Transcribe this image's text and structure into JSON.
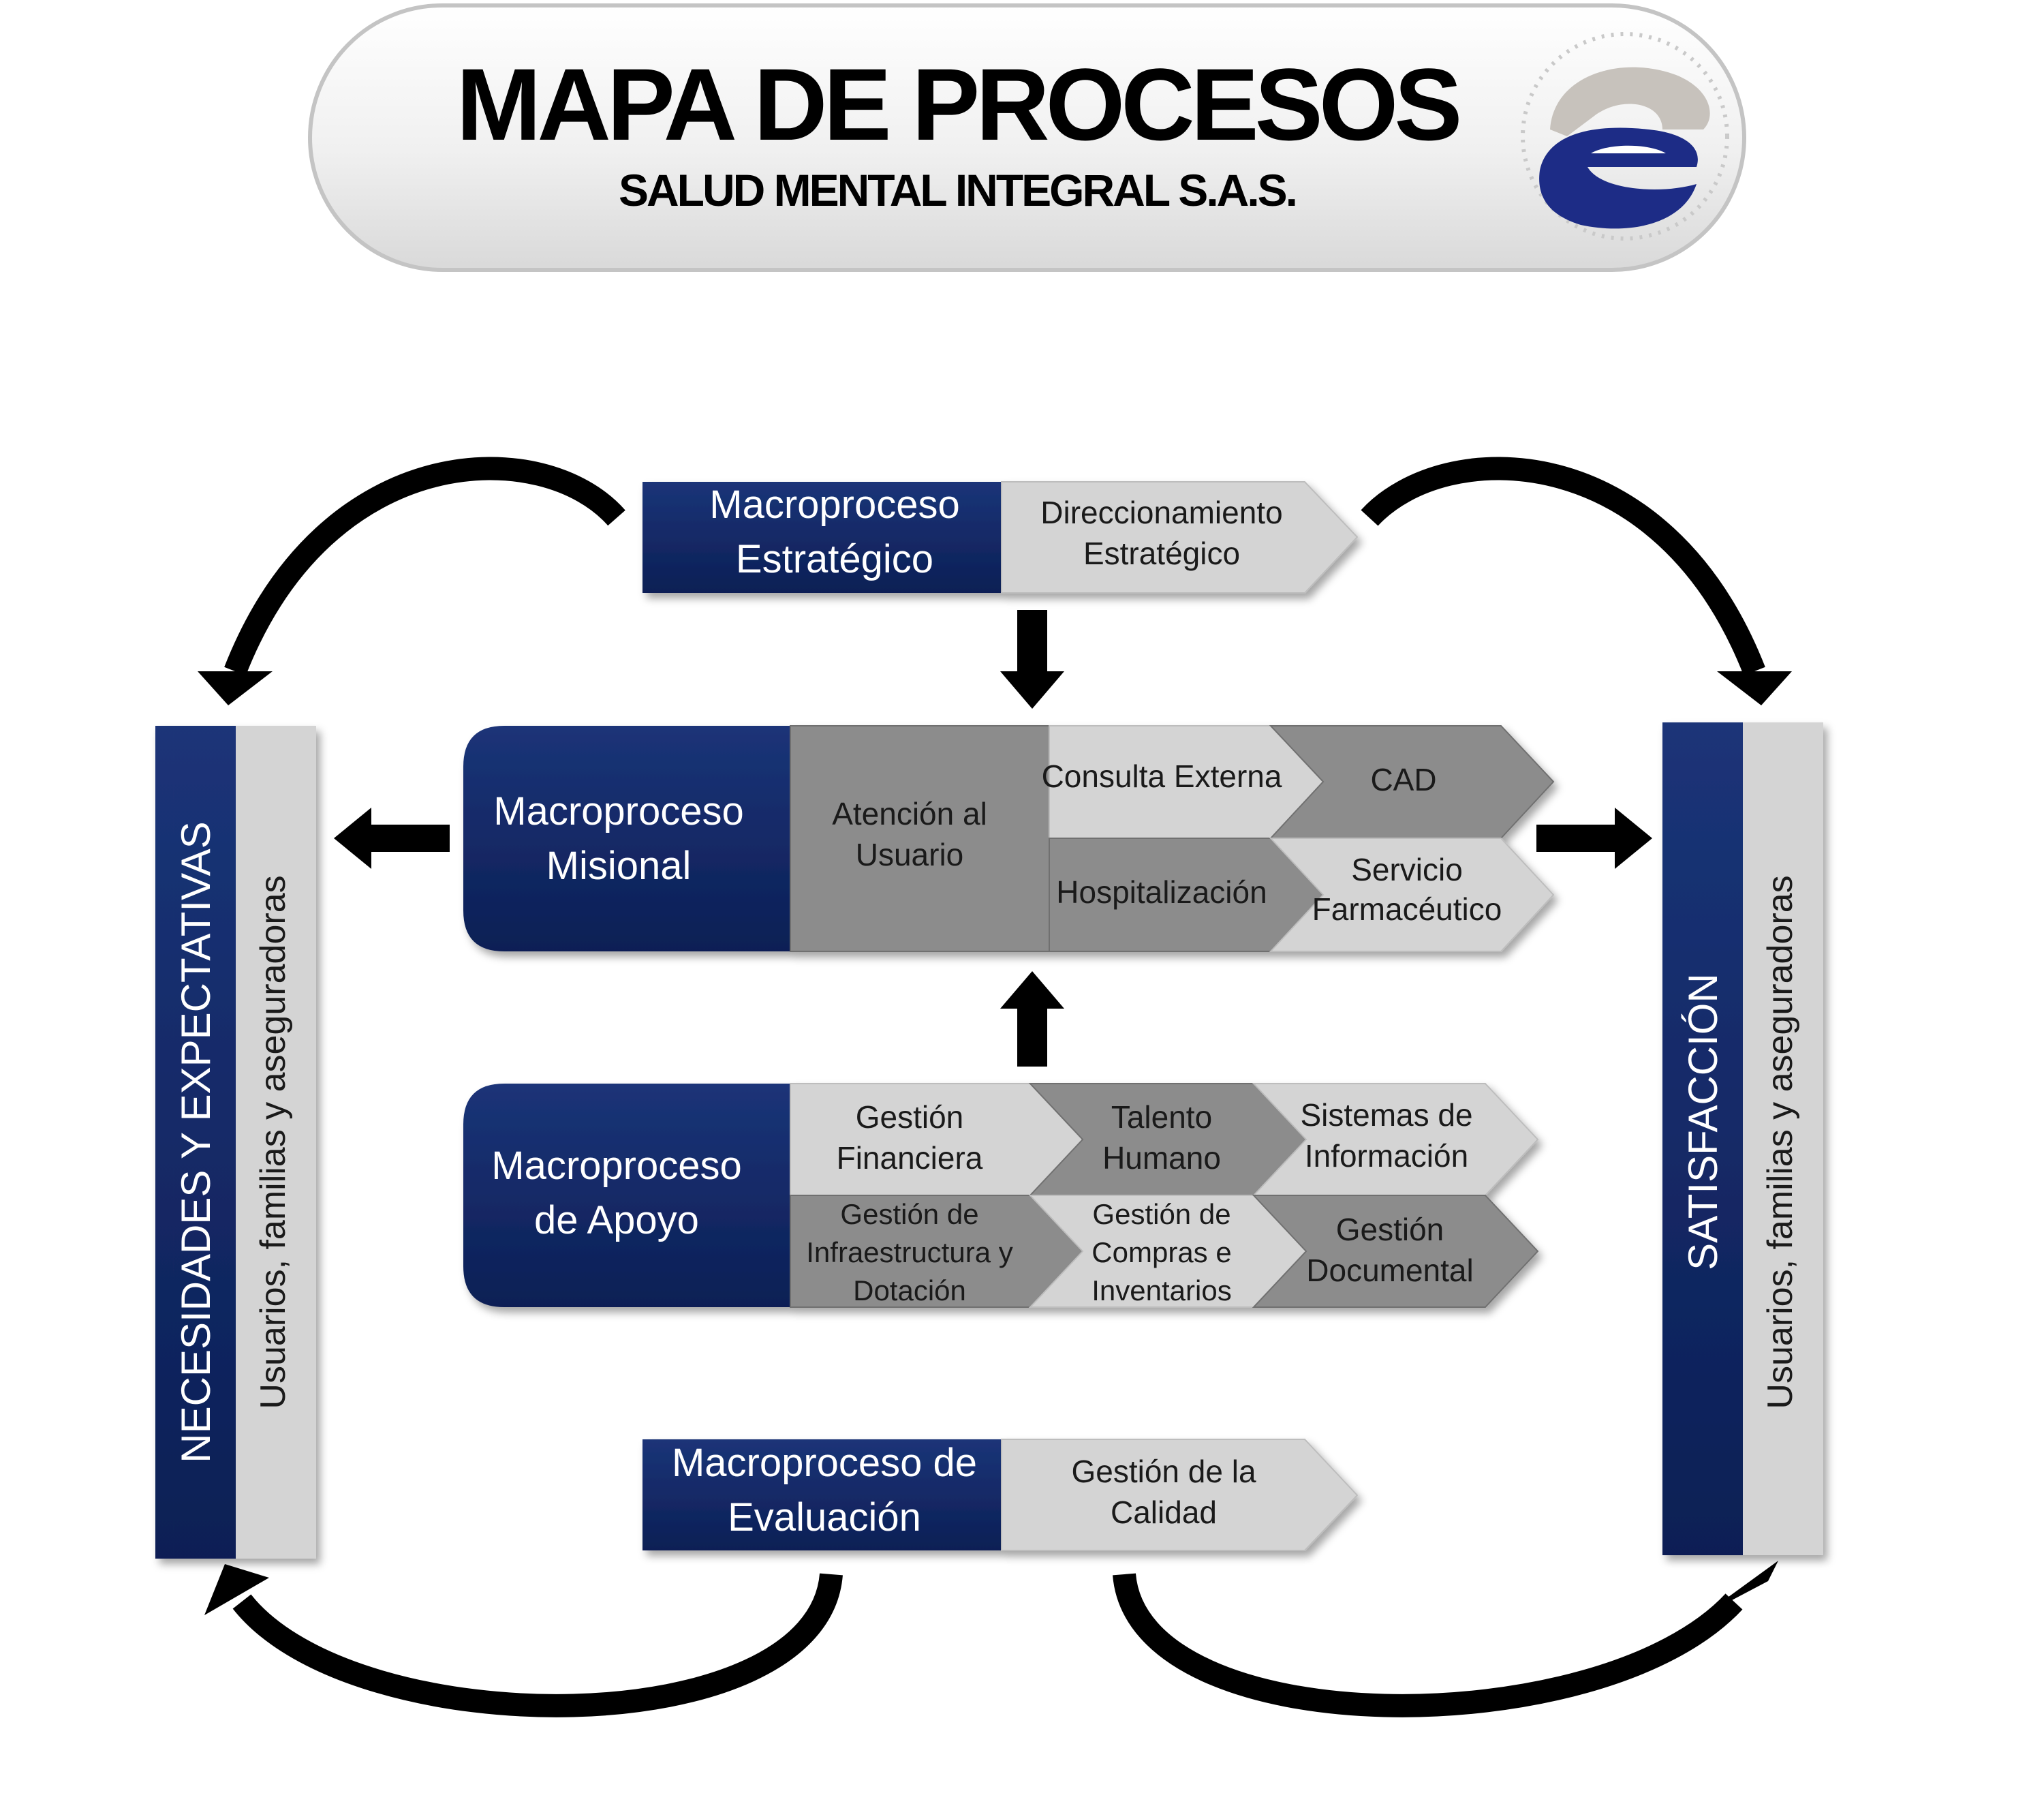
{
  "header": {
    "title": "MAPA DE PROCESOS",
    "subtitle": "SALUD MENTAL INTEGRAL S.A.S."
  },
  "left_column": {
    "main_label": "NECESIDADES Y EXPECTATIVAS",
    "sub_label": "Usuarios, familias y aseguradoras"
  },
  "right_column": {
    "main_label": "SATISFACCIÓN",
    "sub_label": "Usuarios, familias y aseguradoras"
  },
  "estrategico": {
    "label_lines": [
      "Macroproceso",
      "Estratégico"
    ],
    "process_lines": [
      "Direccionamiento",
      "Estratégico"
    ]
  },
  "misional": {
    "label_lines": [
      "Macroproceso",
      "Misional"
    ],
    "atencion_lines": [
      "Atención al",
      "Usuario"
    ],
    "consulta": "Consulta Externa",
    "cad": "CAD",
    "hospitalizacion": "Hospitalización",
    "farmacia_lines": [
      "Servicio",
      "Farmacéutico"
    ]
  },
  "apoyo": {
    "label_lines": [
      "Macroproceso",
      "de Apoyo"
    ],
    "financiera_lines": [
      "Gestión",
      "Financiera"
    ],
    "talento_lines": [
      "Talento",
      "Humano"
    ],
    "sistemas_lines": [
      "Sistemas de",
      "Información"
    ],
    "infra_lines": [
      "Gestión de",
      "Infraestructura y",
      "Dotación"
    ],
    "compras_lines": [
      "Gestión de",
      "Compras e",
      "Inventarios"
    ],
    "documental_lines": [
      "Gestión",
      "Documental"
    ]
  },
  "evaluacion": {
    "label_lines": [
      "Macroproceso de",
      "Evaluación"
    ],
    "process_lines": [
      "Gestión de la",
      "Calidad"
    ]
  },
  "colors": {
    "navy": "#0f2561",
    "light_gray": "#d4d4d4",
    "mid_gray": "#9a9a9a",
    "dark_gray": "#8a8a8a",
    "logo_gray": "#c7c2bc",
    "logo_navy": "#1d2c86"
  },
  "icons": {
    "logo": "company-logo"
  }
}
